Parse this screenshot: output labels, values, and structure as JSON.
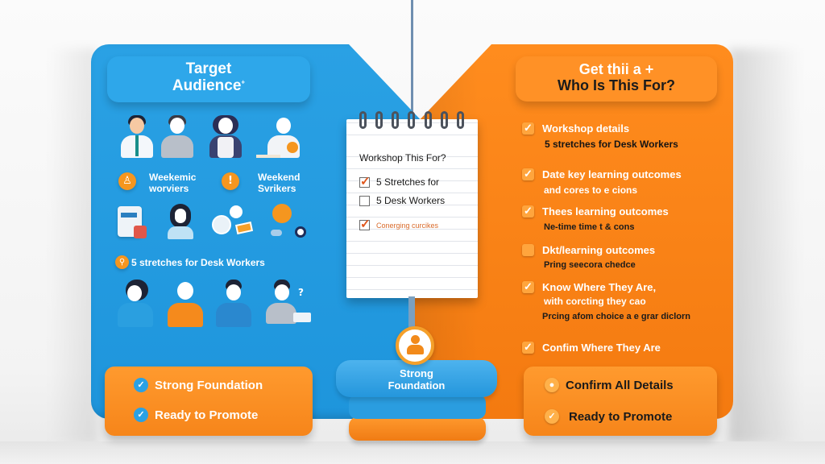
{
  "colors": {
    "blue_panel": "#1e95dc",
    "orange_panel": "#f47a10",
    "accent_orange": "#f5961f",
    "background": "#f6f6f6"
  },
  "left_panel": {
    "title": "Target Audience",
    "title_suffix": "+",
    "row1_people": [
      "person-with-phone",
      "person-casual",
      "person-long-hair",
      "person-at-desk"
    ],
    "labels": [
      {
        "icon": "person-icon",
        "text": "Weekemic\nworviers"
      },
      {
        "icon": "exclamation-icon",
        "text": "Weekend\nSvrikers"
      }
    ],
    "row2_icons": [
      "document-stack-icon",
      "woman-avatar-icon",
      "devices-chat-icon",
      "chat-bubble-icon"
    ],
    "stretch_line": {
      "icon": "running-person-icon",
      "text": "5 stretches for Desk Workers"
    },
    "row3_people": [
      "woman-blue-shirt",
      "person-orange-shirt",
      "man-blue-shirt",
      "person-at-laptop"
    ],
    "callout": {
      "items": [
        "Strong Foundation",
        "Ready to Promote"
      ]
    }
  },
  "notepad": {
    "title": "Workshop This For?",
    "items": [
      {
        "checked": true,
        "text": "5 Stretches for"
      },
      {
        "checked": false,
        "text": "5 Desk Workers"
      },
      {
        "checked": true,
        "text": "Conerging curcikes",
        "handwritten": true
      }
    ]
  },
  "pedestal": {
    "label_line1": "Strong",
    "label_line2": "Foundation",
    "badge_icon": "user-icon"
  },
  "right_panel": {
    "title_line1": "Get thii a +",
    "title_line2": "Who Is This For?",
    "items": [
      {
        "main": "Workshop details",
        "sub": "",
        "dark": "5 stretches for Desk Workers"
      },
      {
        "main": "Date key learning outcomes",
        "sub": "and cores to e cions",
        "dark": ""
      },
      {
        "main": "Thees learning outcomes",
        "sub": "",
        "dark": "Ne-time time t & cons"
      },
      {
        "main": "Dkt/learning outcomes",
        "sub": "",
        "dark": "Pring seecora chedce"
      },
      {
        "main": "Know Where They Are,",
        "sub": "with corcting they cao",
        "dark": "Prcing afom choice a e grar diclorn"
      },
      {
        "main": "Confim Where They Are",
        "sub": "",
        "dark": ""
      }
    ],
    "callout": {
      "items": [
        {
          "icon": "bell-icon",
          "text": "Confirm All Details"
        },
        {
          "icon": "check-icon",
          "text": "Ready to Promote"
        }
      ]
    }
  }
}
